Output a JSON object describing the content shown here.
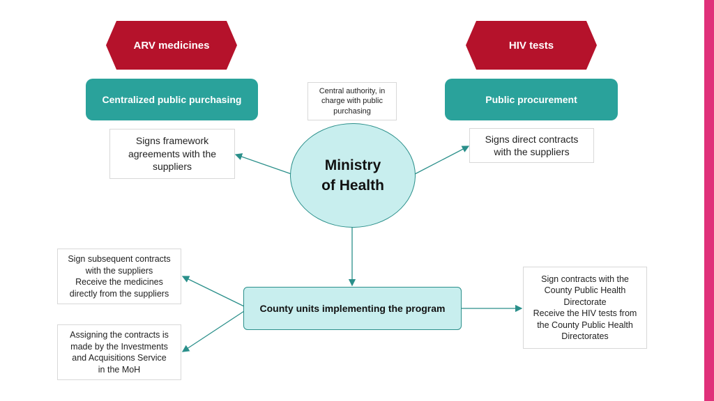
{
  "colors": {
    "hex_fill": "#b5122b",
    "teal_fill": "#2aa29b",
    "light_teal_fill": "#c8eeee",
    "connector": "#2a8f8a",
    "accent_bar": "#e0307a"
  },
  "headers": {
    "left": "ARV medicines",
    "right": "HIV tests"
  },
  "channels": {
    "left": "Centralized public purchasing",
    "right": "Public procurement"
  },
  "central_note": "Central authority, in\ncharge with public\npurchasing",
  "ministry": "Ministry\nof Health",
  "notes": {
    "framework": "Signs framework\nagreements with the\nsuppliers",
    "direct": "Signs direct contracts\nwith the suppliers",
    "subsequent": "Sign subsequent contracts\nwith the suppliers\nReceive the medicines\ndirectly from the suppliers",
    "assigning": "Assigning the contracts is\nmade by the Investments\nand Acquisitions Service\nin the MoH",
    "county_contracts": "Sign contracts with the\nCounty Public Health\nDirectorate\nReceive the HIV tests from\nthe County Public Health\nDirectorates"
  },
  "county_units": "County units implementing the program"
}
